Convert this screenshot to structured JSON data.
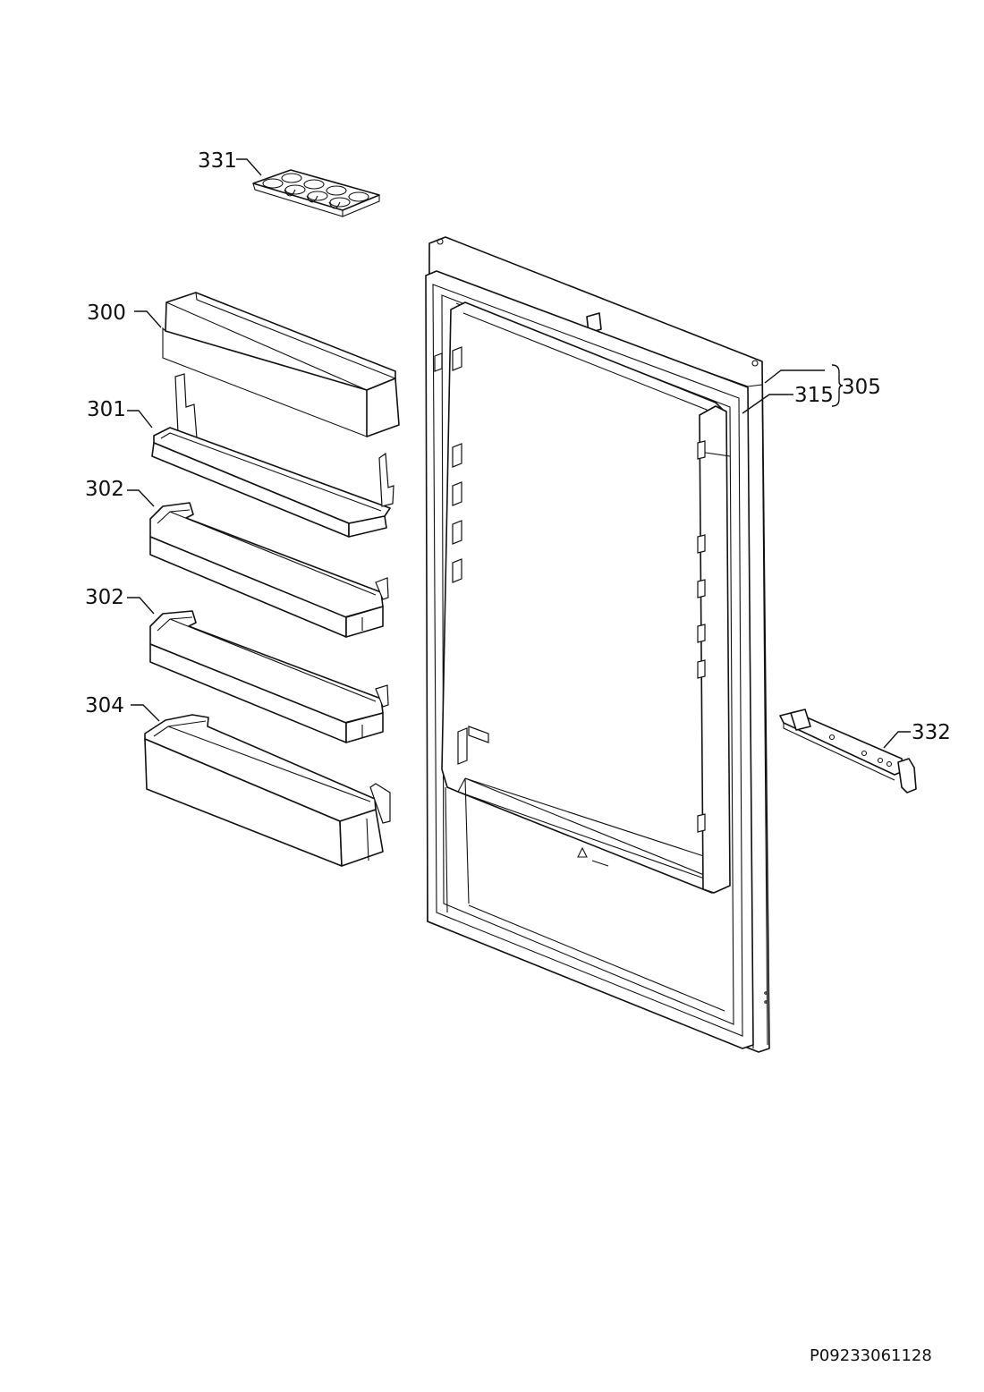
{
  "callouts": {
    "egg_tray": "331",
    "cover": "300",
    "shelf_upper": "301",
    "shelf_mid_1": "302",
    "shelf_mid_2": "302",
    "shelf_bottom": "304",
    "door_assembly": "305",
    "door_gasket": "315",
    "hinge": "332"
  },
  "document_id": "P09233061128",
  "colors": {
    "line": "#111111",
    "background": "#ffffff"
  }
}
